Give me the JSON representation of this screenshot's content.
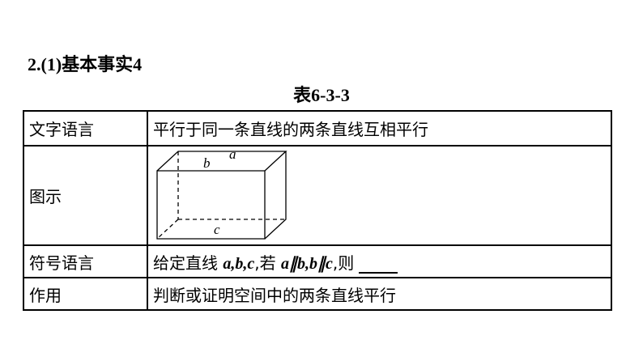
{
  "heading": "2.(1)基本事实4",
  "caption": "表6-3-3",
  "rows": {
    "text_lang": {
      "label": "文字语言",
      "content": "平行于同一条直线的两条直线互相平行"
    },
    "figure": {
      "label": "图示",
      "labels": {
        "a": "a",
        "b": "b",
        "c": "c"
      }
    },
    "symbol_lang": {
      "label": "符号语言",
      "prefix": "给定直线 ",
      "vars": "a,b,c",
      "mid": ",若 ",
      "rel1": "a∥b",
      "sep": ",",
      "rel2": "b∥c",
      "suffix": ",则"
    },
    "usage": {
      "label": "作用",
      "content": "判断或证明空间中的两条直线平行"
    }
  }
}
